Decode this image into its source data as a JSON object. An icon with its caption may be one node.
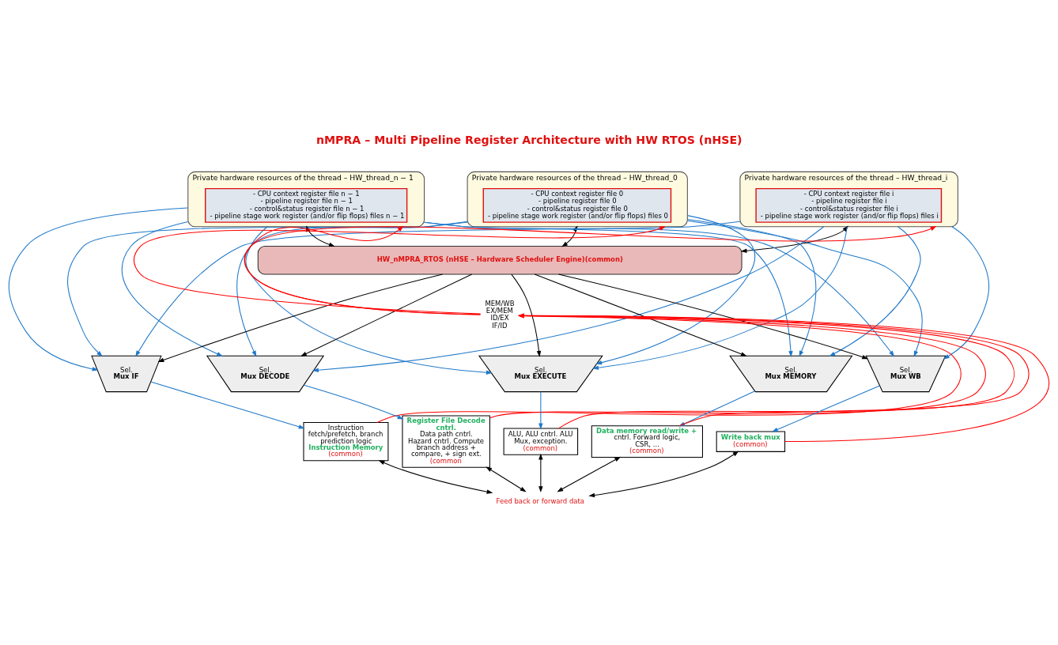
{
  "diagram": {
    "title": "nMPRA – Multi Pipeline Register Architecture with HW RTOS (nHSE)",
    "nodes": [
      {
        "text": [
          "Private hardware resources of the thread – HW_thread_0"
        ]
      },
      {
        "text": [
          "- CPU context register file 0 - pipeline register file 0 - control&status register file 0 - pipeline stage work register (and/or flip flops) files 0"
        ],
        "in": 0
      },
      {
        "text": [
          "Private hardware resources of the thread – HW_thread_i"
        ]
      },
      {
        "text": [
          "- CPU context register file i - pipeline register file i - control&status register file i - pipeline stage work register (and/or flip flops) files i"
        ],
        "in": 2
      },
      {
        "text": [
          "Private hardware resources of the thread – HW_thread_n − 1"
        ]
      },
      {
        "text": [
          "- CPU context register file n − 1 - pipeline register file n − 1 - control&status register file n − 1 - pipeline stage work register (and/or flip flops) files n − 1"
        ],
        "in": 4
      },
      {
        "text": [
          "HW_nMPRA_RTOS (nHSE – Hardware Scheduler Engine)(common)"
        ]
      },
      {
        "text": [
          "Sel.",
          "Mux IF"
        ]
      },
      {
        "text": [
          "Instruction fetch/prefetch, branch prediction logic",
          "Instruction Memory",
          "(common)"
        ]
      },
      {
        "text": [
          "Sel.",
          "Mux DECODE"
        ]
      },
      {
        "text": [
          "Register File Decode cntrl.",
          "Data path cntrl. Hazard cntrl. Compute branch address + compare, + sign ext.",
          "(common"
        ]
      },
      {
        "text": [
          "Sel.",
          "Mux EXECUTE"
        ]
      },
      {
        "text": [
          "ALU, ALU cntrl. ALU Mux, exception.",
          "(common)"
        ]
      },
      {
        "text": [
          "Sel.",
          "Mux MEMORY"
        ]
      },
      {
        "text": [
          "Data memory read/write +",
          "cntrl. Forward logic, CSR, ...",
          "(common)"
        ]
      },
      {
        "text": [
          "Sel.",
          "Mux WB"
        ]
      },
      {
        "text": [
          "Write back mux",
          "(common)"
        ]
      },
      {
        "text": [
          "MEM/WB",
          "EX/MEM",
          "ID/EX",
          "IF/ID"
        ]
      },
      {
        "text": [
          "Feed back or forward data"
        ]
      }
    ],
    "edges": [
      {
        "from": 0,
        "to": 7,
        "arrow": "to"
      },
      {
        "from": 0,
        "to": 9,
        "arrow": "to"
      },
      {
        "from": 0,
        "to": 11,
        "arrow": "to"
      },
      {
        "from": 0,
        "to": 13,
        "arrow": "to"
      },
      {
        "from": 0,
        "to": 15,
        "arrow": "to"
      },
      {
        "from": 2,
        "to": 7,
        "arrow": "to"
      },
      {
        "from": 2,
        "to": 9,
        "arrow": "to"
      },
      {
        "from": 2,
        "to": 11,
        "arrow": "to"
      },
      {
        "from": 2,
        "to": 13,
        "arrow": "to"
      },
      {
        "from": 2,
        "to": 15,
        "arrow": "to"
      },
      {
        "from": 4,
        "to": 7,
        "arrow": "to"
      },
      {
        "from": 4,
        "to": 9,
        "arrow": "to"
      },
      {
        "from": 4,
        "to": 11,
        "arrow": "to"
      },
      {
        "from": 4,
        "to": 13,
        "arrow": "to"
      },
      {
        "from": 4,
        "to": 15,
        "arrow": "to"
      },
      {
        "from": 0,
        "to": 6,
        "arrow": "both",
        "color": "#000000"
      },
      {
        "from": 2,
        "to": 6,
        "arrow": "both",
        "color": "#000000"
      },
      {
        "from": 4,
        "to": 6,
        "arrow": "both",
        "color": "#000000"
      },
      {
        "from": 6,
        "to": 7,
        "arrow": "to",
        "color": "#000000"
      },
      {
        "from": 6,
        "to": 9,
        "arrow": "to",
        "color": "#000000"
      },
      {
        "from": 6,
        "to": 11,
        "arrow": "to",
        "color": "#000000"
      },
      {
        "from": 6,
        "to": 13,
        "arrow": "to",
        "color": "#000000"
      },
      {
        "from": 6,
        "to": 15,
        "arrow": "to",
        "color": "#000000"
      },
      {
        "from": 7,
        "to": 8,
        "arrow": "to"
      },
      {
        "from": 9,
        "to": 10,
        "arrow": "to"
      },
      {
        "from": 11,
        "to": 12,
        "arrow": "to"
      },
      {
        "from": 13,
        "to": 14,
        "arrow": "to"
      },
      {
        "from": 15,
        "to": 16,
        "arrow": "to"
      },
      {
        "from": 8,
        "to": 17,
        "arrow": "to",
        "color": "#ff0000"
      },
      {
        "from": 10,
        "to": 17,
        "arrow": "to",
        "color": "#ff0000"
      },
      {
        "from": 12,
        "to": 17,
        "arrow": "to",
        "color": "#ff0000"
      },
      {
        "from": 14,
        "to": 17,
        "arrow": "to",
        "color": "#ff0000"
      },
      {
        "from": 16,
        "to": 17,
        "arrow": "to",
        "color": "#ff0000"
      },
      {
        "from": 17,
        "to": 0,
        "arrow": "to",
        "color": "#ff0000"
      },
      {
        "from": 17,
        "to": 2,
        "arrow": "to",
        "color": "#ff0000"
      },
      {
        "from": 17,
        "to": 4,
        "arrow": "to",
        "color": "#ff0000"
      },
      {
        "from": 8,
        "to": 18,
        "arrow": "both",
        "color": "#000000"
      },
      {
        "from": 10,
        "to": 18,
        "arrow": "both",
        "color": "#000000"
      },
      {
        "from": 12,
        "to": 18,
        "arrow": "both",
        "color": "#000000"
      },
      {
        "from": 14,
        "to": 18,
        "arrow": "both",
        "color": "#000000"
      },
      {
        "from": 16,
        "to": 18,
        "arrow": "both",
        "color": "#000000"
      }
    ]
  }
}
